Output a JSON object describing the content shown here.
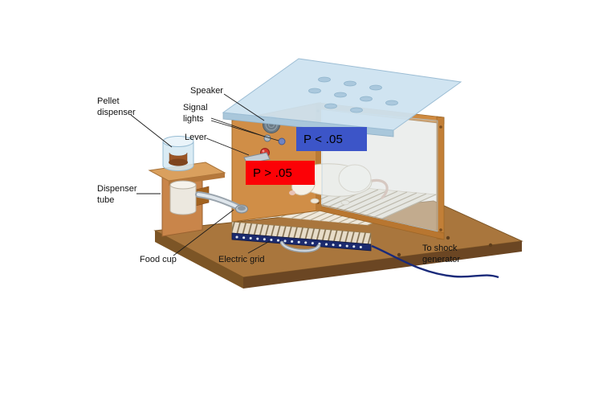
{
  "diagram": {
    "labels": {
      "pellet_dispenser": "Pellet dispenser",
      "speaker": "Speaker",
      "signal_lights": "Signal lights",
      "lever": "Lever",
      "dispenser_tube": "Dispenser tube",
      "food_cup": "Food cup",
      "electric_grid": "Electric grid",
      "to_shock_generator": "To shock generator"
    },
    "overlays": {
      "blue_box": {
        "text": "P < .05",
        "bg": "#3c55c8"
      },
      "red_box": {
        "text": "P > .05",
        "bg": "#fc0106"
      }
    },
    "colors": {
      "chamber_wood": "#d08e47",
      "lid_glass": "#cde2f0",
      "base_wood": "#a9763d",
      "grid_rail_navy": "#1b2a6e",
      "wire_navy": "#1a2a7a"
    }
  }
}
